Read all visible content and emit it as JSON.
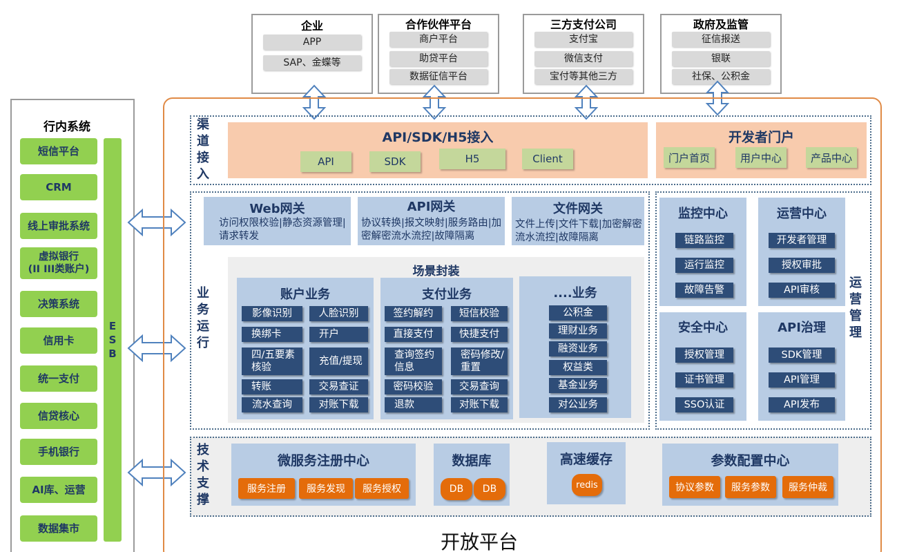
{
  "external": [
    {
      "title": "企业",
      "items": [
        "APP",
        "SAP、金蝶等"
      ]
    },
    {
      "title": "合作伙伴平台",
      "items": [
        "商户平台",
        "助贷平台",
        "数据征信平台"
      ]
    },
    {
      "title": "三方支付公司",
      "items": [
        "支付宝",
        "微信支付",
        "宝付等其他三方"
      ]
    },
    {
      "title": "政府及监管",
      "items": [
        "征信报送",
        "银联",
        "社保、公积金"
      ]
    }
  ],
  "internal": {
    "title": "行内系统",
    "items": [
      "短信平台",
      "CRM",
      "线上审批系统",
      "虚拟银行\n(II III类账户)",
      "决策系统",
      "信用卡",
      "统一支付",
      "信贷核心",
      "手机银行",
      "AI库、运营",
      "数据集市"
    ],
    "esb": [
      "E",
      "S",
      "B"
    ]
  },
  "platform_label": "开放平台",
  "channel": {
    "label": "渠道接入",
    "api_title": "API/SDK/H5接入",
    "api_items": [
      "API",
      "SDK",
      "H5",
      "Client"
    ],
    "portal_title": "开发者门户",
    "portal_items": [
      "门户首页",
      "用户中心",
      "产品中心"
    ]
  },
  "business": {
    "label": "业务运行",
    "gateways": [
      {
        "title": "Web网关",
        "desc": "访问权限校验|静态资源管理|请求转发"
      },
      {
        "title": "API网关",
        "desc": "协议转换|报文映射|服务路由|加密解密流水流控|故障隔离"
      },
      {
        "title": "文件网关",
        "desc": "文件上传|文件下载|加密解密流水流控|故障隔离"
      }
    ],
    "scene_title": "场景封装",
    "account": {
      "title": "账户业务",
      "items": [
        "影像识别",
        "人脸识别",
        "换绑卡",
        "开户",
        "四/五要素核验",
        "充值/提现",
        "转账",
        "交易查证",
        "流水查询",
        "对账下载"
      ]
    },
    "payment": {
      "title": "支付业务",
      "items": [
        "签约解约",
        "短信校验",
        "直接支付",
        "快捷支付",
        "查询签约信息",
        "密码修改/重置",
        "密码校验",
        "交易查询",
        "退款",
        "对账下载"
      ]
    },
    "other": {
      "title": "....业务",
      "items": [
        "公积金",
        "理财业务",
        "融资业务",
        "权益类",
        "基金业务",
        "对公业务"
      ]
    }
  },
  "ops": {
    "label": "运营管理",
    "monitor": {
      "title": "监控中心",
      "items": [
        "链路监控",
        "运行监控",
        "故障告警"
      ]
    },
    "operation": {
      "title": "运营中心",
      "items": [
        "开发者管理",
        "授权审批",
        "API审核"
      ]
    },
    "security": {
      "title": "安全中心",
      "items": [
        "授权管理",
        "证书管理",
        "SSO认证"
      ]
    },
    "governance": {
      "title": "API治理",
      "items": [
        "SDK管理",
        "API管理",
        "API发布"
      ]
    }
  },
  "tech": {
    "label": "技术支撑",
    "registry": {
      "title": "微服务注册中心",
      "items": [
        "服务注册",
        "服务发现",
        "服务授权"
      ]
    },
    "database": {
      "title": "数据库",
      "items": [
        "DB",
        "DB"
      ]
    },
    "cache": {
      "title": "高速缓存",
      "items": [
        "redis"
      ]
    },
    "config": {
      "title": "参数配置中心",
      "items": [
        "协议参数",
        "服务参数",
        "服务仲裁"
      ]
    }
  },
  "colors": {
    "orange": "#e46c0a",
    "green": "#92d050",
    "navy": "#2e4d78",
    "peach": "#f8cbad",
    "lightblue": "#b8cce4"
  }
}
